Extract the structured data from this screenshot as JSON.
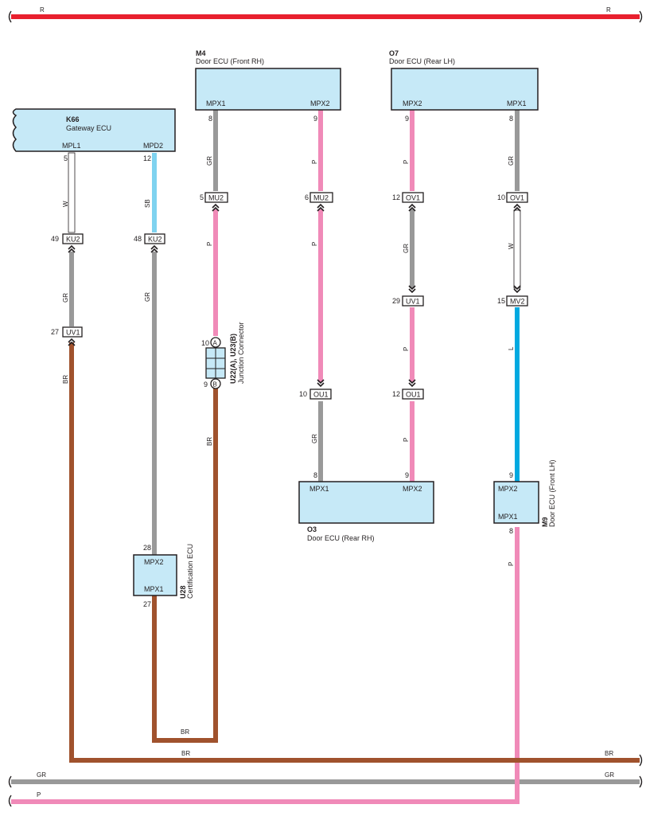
{
  "colors": {
    "R": "#e8202e",
    "GR": "#999999",
    "P": "#f08ab8",
    "BR": "#a0522d",
    "SB": "#7fd3f0",
    "L": "#00a9e0",
    "W": "#ffffff",
    "ecu_fill": "#c6e9f7",
    "line": "#231f20"
  },
  "buses": {
    "r_top": {
      "left": "R",
      "right": "R"
    },
    "br": {
      "mid": "BR",
      "right": "BR"
    },
    "gr": {
      "left": "GR",
      "right": "GR"
    },
    "p": {
      "left": "P"
    }
  },
  "ecus": {
    "k66": {
      "code": "K66",
      "name": "Gateway ECU",
      "pin_a": "MPL1",
      "pin_b": "MPD2",
      "num_a": "5",
      "num_b": "12"
    },
    "m4": {
      "code": "M4",
      "name": "Door ECU (Front RH)",
      "pin_a": "MPX1",
      "pin_b": "MPX2",
      "num_a": "8",
      "num_b": "9"
    },
    "o7": {
      "code": "O7",
      "name": "Door ECU (Rear LH)",
      "pin_a": "MPX2",
      "pin_b": "MPX1",
      "num_a": "9",
      "num_b": "8"
    },
    "o3": {
      "code": "O3",
      "name": "Door ECU (Rear RH)",
      "pin_a": "MPX1",
      "pin_b": "MPX2",
      "num_a": "8",
      "num_b": "9"
    },
    "m9": {
      "code": "M9",
      "name": "Door ECU (Front LH)",
      "pin_a": "MPX2",
      "pin_b": "MPX1",
      "num_a": "9",
      "num_b": "8"
    },
    "u28": {
      "code": "U28",
      "name": "Certification ECU",
      "pin_a": "MPX2",
      "pin_b": "MPX1",
      "num_a": "28",
      "num_b": "27"
    }
  },
  "junction": {
    "code": "U22(A), U23(B)",
    "name": "Junction Connector",
    "a": "A",
    "b": "B",
    "num_a": "10",
    "num_b": "9"
  },
  "connectors": {
    "ku2_left": {
      "label": "KU2",
      "pin": "49"
    },
    "ku2_right": {
      "label": "KU2",
      "pin": "48"
    },
    "uv1_left": {
      "label": "UV1",
      "pin": "27"
    },
    "mu2_left": {
      "label": "MU2",
      "pin": "5"
    },
    "mu2_right": {
      "label": "MU2",
      "pin": "6"
    },
    "ov1_left": {
      "label": "OV1",
      "pin": "12"
    },
    "ov1_right": {
      "label": "OV1",
      "pin": "10"
    },
    "uv1_mid": {
      "label": "UV1",
      "pin": "29"
    },
    "mv2": {
      "label": "MV2",
      "pin": "15"
    },
    "ou1_left": {
      "label": "OU1",
      "pin": "10"
    },
    "ou1_right": {
      "label": "OU1",
      "pin": "12"
    }
  },
  "wire_labels": {
    "k66_a": "W",
    "k66_b": "SB",
    "ku2_l_below": "GR",
    "ku2_r_below": "GR",
    "uv1_below": "BR",
    "m4_a": "GR",
    "m4_b": "P",
    "mu2_l_below": "P",
    "mu2_r_below": "P",
    "junction_below": "BR",
    "o7_a": "P",
    "o7_b": "GR",
    "ov1_l_below": "GR",
    "ov1_r_below": "W",
    "uv1_mid_below": "P",
    "mv2_below": "L",
    "ou1_l_below": "GR",
    "ou1_r_below": "P",
    "m9_below": "P",
    "u28_bottom": "BR"
  }
}
